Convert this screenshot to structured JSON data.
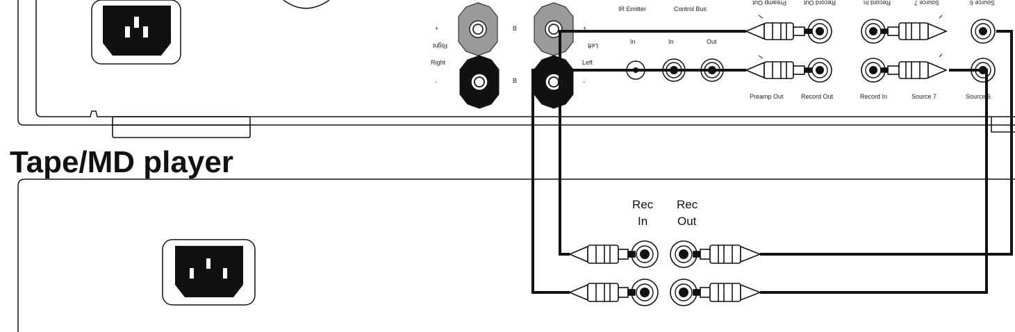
{
  "amplifier": {
    "terminals": {
      "plus": "+",
      "minus": "-",
      "b": "B",
      "right": "Right",
      "right_mirrored": "Right",
      "left": "Left",
      "left_mirrored": "Left"
    },
    "mid_panel": {
      "ir_emitter": "IR Emitter",
      "control_bus": "Control Bus",
      "in": "In",
      "out": "Out"
    },
    "rca_labels_bottom": [
      "Preamp Out",
      "Record Out",
      "Record In",
      "Source 7",
      "Source 6"
    ],
    "rca_labels_top_mirrored": [
      "Preamp Out",
      "Record Out",
      "Record In",
      "Source 7",
      "Source 6"
    ]
  },
  "tape_player": {
    "title": "Tape/MD player",
    "rec_in": [
      "Rec",
      "In"
    ],
    "rec_out": [
      "Rec",
      "Out"
    ]
  },
  "colors": {
    "line": "#111111",
    "grey_post": "#9a9a9a",
    "black_post": "#111111",
    "plug_fill": "#ffffff"
  }
}
